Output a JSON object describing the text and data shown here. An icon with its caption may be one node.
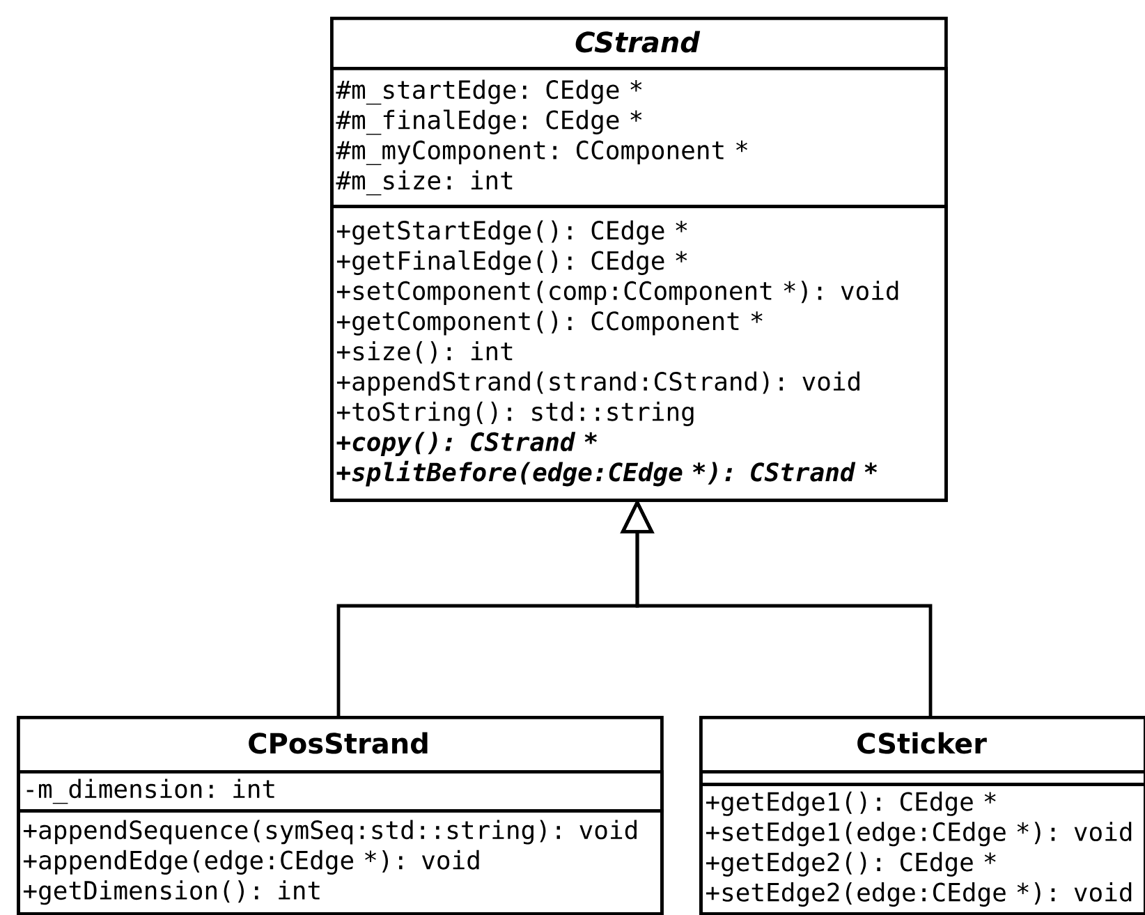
{
  "diagram": {
    "nodes": [
      {
        "text": [
          "CStrand"
        ]
      },
      {
        "text": [
          "#m_startEdge: CEdge *",
          "#m_finalEdge: CEdge *",
          "#m_myComponent: CComponent *",
          "#m_size: int"
        ],
        "in": 0
      },
      {
        "text": [
          "+getStartEdge(): CEdge *",
          "+getFinalEdge(): CEdge *",
          "+setComponent(comp:CComponent *): void",
          "+getComponent(): CComponent *",
          "+size(): int",
          "+appendStrand(strand:CStrand): void",
          "+toString(): std::string",
          "+copy(): CStrand *",
          "+splitBefore(edge:CEdge *): CStrand *"
        ],
        "in": 0
      },
      {
        "text": [
          "CPosStrand"
        ]
      },
      {
        "text": [
          "-m_dimension: int"
        ],
        "in": 3
      },
      {
        "text": [
          "+appendSequence(symSeq:std::string): void",
          "+appendEdge(edge:CEdge *): void",
          "+getDimension(): int"
        ],
        "in": 3
      },
      {
        "text": [
          "CSticker"
        ]
      },
      {
        "text": [],
        "shape": "box",
        "in": 6
      },
      {
        "text": [
          "+getEdge1(): CEdge *",
          "+setEdge1(edge:CEdge *): void",
          "+getEdge2(): CEdge *",
          "+setEdge2(edge:CEdge *): void"
        ],
        "in": 6
      }
    ],
    "edges": [
      {
        "from": 3,
        "to": 0,
        "arrow": "to"
      },
      {
        "from": 6,
        "to": 0,
        "arrow": "to"
      }
    ]
  }
}
